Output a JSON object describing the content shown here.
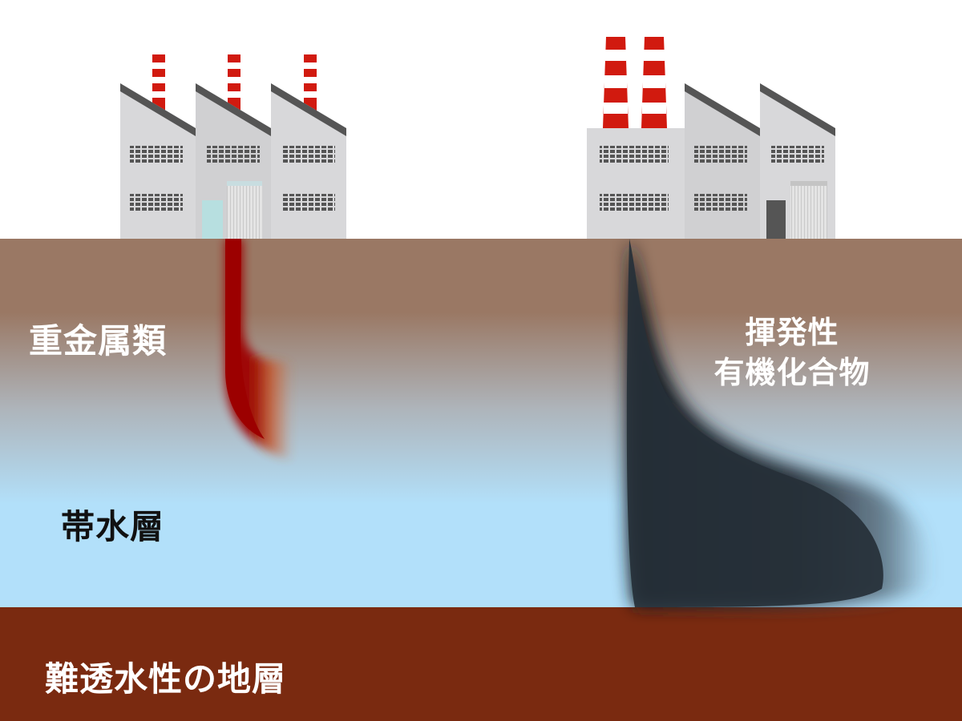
{
  "labels": {
    "heavy_metals": "重金属類",
    "voc_line1": "揮発性",
    "voc_line2": "有機化合物",
    "aquifer": "帯水層",
    "impermeable_layer": "難透水性の地層"
  },
  "colors": {
    "sky": "#ffffff",
    "soil_top": "#9a7864",
    "groundwater": "#b2e0fa",
    "impermeable": "#7a2a10",
    "heavy_metal_plume": "#9c0000",
    "voc_plume": "#262d35",
    "building": "#d8d8da",
    "roof": "#555555",
    "chimney_red": "#d11a0f"
  },
  "icons": {
    "left_factory": "factory-icon",
    "right_factory": "factory-icon"
  }
}
